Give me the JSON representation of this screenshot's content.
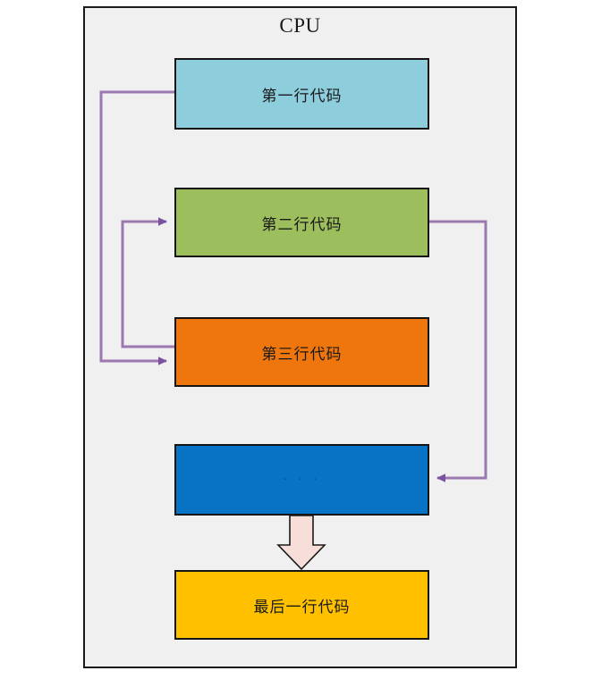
{
  "diagram": {
    "title": "CPU",
    "background_color": "#f0f0f0",
    "frame_border_color": "#1a1a1a",
    "page_background": "#ffffff"
  },
  "boxes": [
    {
      "id": "line-1",
      "label": "第一行代码",
      "color": "#8dcddc",
      "order": 1
    },
    {
      "id": "line-2",
      "label": "第二行代码",
      "color": "#9cbe5c",
      "order": 2
    },
    {
      "id": "line-3",
      "label": "第三行代码",
      "color": "#ee760c",
      "order": 3
    },
    {
      "id": "line-ellipsis",
      "label": "· · ·",
      "color": "#0873c4",
      "order": 4
    },
    {
      "id": "line-last",
      "label": "最后一行代码",
      "color": "#ffc000",
      "order": 5
    }
  ],
  "connectors": {
    "line_color": "#9b79b0",
    "arrow_color": "#7b52a1",
    "block_arrow_fill": "#f8ded9",
    "block_arrow_stroke": "#1a1a1a",
    "edges": [
      {
        "id": "edge-1-to-3",
        "from": "line-1",
        "to": "line-3",
        "routing": "left-elbow",
        "style": "thin-arrow"
      },
      {
        "id": "edge-3-to-2",
        "from": "line-3",
        "to": "line-2",
        "routing": "left-elbow",
        "style": "thin-arrow"
      },
      {
        "id": "edge-2-to-ellipsis",
        "from": "line-2",
        "to": "line-ellipsis",
        "routing": "right-elbow",
        "style": "thin-arrow"
      },
      {
        "id": "edge-ellipsis-to-last",
        "from": "line-ellipsis",
        "to": "line-last",
        "routing": "straight-down",
        "style": "block-arrow"
      }
    ]
  }
}
